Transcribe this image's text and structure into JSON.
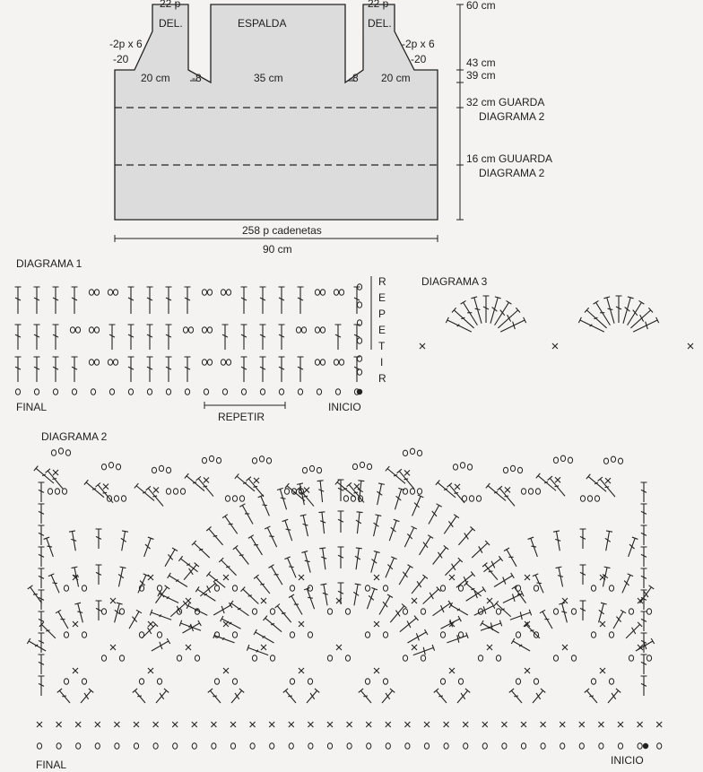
{
  "schematic": {
    "labels": {
      "del_left": "DEL.",
      "del_right": "DEL.",
      "espalda": "ESPALDA",
      "top_left_st": "22 p",
      "top_right_st": "22 p",
      "dec_left": "-2p x 6",
      "dec_left2": "-20",
      "dec_right": "-2p x 6",
      "dec_right2": "-20",
      "w_left": "20 cm",
      "w_mid": "35 cm",
      "w_right": "20 cm",
      "minus_left": "-8",
      "minus_right": "-8",
      "bottom_st": "258 p cadenetas",
      "bottom_cm": "90 cm"
    },
    "heights": {
      "h60": "60 cm",
      "h43": "43 cm",
      "h39": "39 cm",
      "h32": "32 cm GUARDA",
      "h32b": "DIAGRAMA 2",
      "h16": "16 cm GUUARDA",
      "h16b": "DIAGRAMA 2"
    }
  },
  "diagrama1": {
    "title": "DIAGRAMA 1",
    "final": "FINAL",
    "inicio": "INICIO",
    "repetir_bottom": "REPETIR",
    "repetir_side": [
      "R",
      "E",
      "P",
      "E",
      "T",
      "I",
      "R"
    ]
  },
  "diagrama3": {
    "title": "DIAGRAMA 3"
  },
  "diagrama2": {
    "title": "DIAGRAMA 2",
    "final": "FINAL",
    "inicio": "INICIO"
  },
  "colors": {
    "ink": "#222222",
    "fill": "#dcdcdc",
    "paper": "#f4f3f1"
  }
}
